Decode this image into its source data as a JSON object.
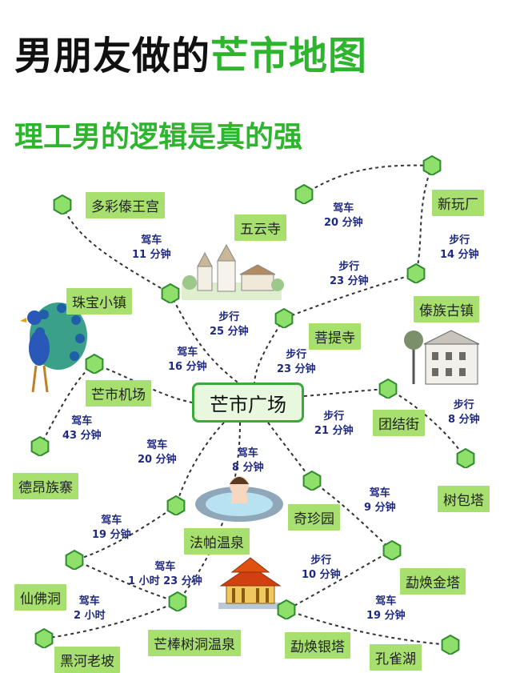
{
  "title": {
    "part1": "男朋友做的",
    "part2": "芒市地图",
    "subtitle": "理工男的逻辑是真的强"
  },
  "center": "芒市广场",
  "places": [
    {
      "id": "duocai",
      "name": "多彩傣王宫"
    },
    {
      "id": "wuyun",
      "name": "五云寺"
    },
    {
      "id": "xinwan",
      "name": "新玩厂"
    },
    {
      "id": "zhubao",
      "name": "珠宝小镇"
    },
    {
      "id": "daizu",
      "name": "傣族古镇"
    },
    {
      "id": "puti",
      "name": "菩提寺"
    },
    {
      "id": "jichang",
      "name": "芒市机场"
    },
    {
      "id": "tuanjie",
      "name": "团结街"
    },
    {
      "id": "deang",
      "name": "德昂族寨"
    },
    {
      "id": "shubao",
      "name": "树包塔"
    },
    {
      "id": "qizhen",
      "name": "奇珍园"
    },
    {
      "id": "fapa",
      "name": "法帕温泉"
    },
    {
      "id": "xianfo",
      "name": "仙佛洞"
    },
    {
      "id": "jinta",
      "name": "勐焕金塔"
    },
    {
      "id": "yinta",
      "name": "勐焕银塔"
    },
    {
      "id": "mangbang",
      "name": "芒棒树洞温泉"
    },
    {
      "id": "heihe",
      "name": "黑河老坡"
    },
    {
      "id": "kongque",
      "name": "孔雀湖"
    }
  ],
  "routes": [
    {
      "mode": "驾车",
      "time": "11 分钟"
    },
    {
      "mode": "驾车",
      "time": "20 分钟"
    },
    {
      "mode": "步行",
      "time": "23 分钟"
    },
    {
      "mode": "步行",
      "time": "14 分钟"
    },
    {
      "mode": "步行",
      "time": "25 分钟"
    },
    {
      "mode": "驾车",
      "time": "16 分钟"
    },
    {
      "mode": "步行",
      "time": "23 分钟"
    },
    {
      "mode": "步行",
      "time": "21 分钟"
    },
    {
      "mode": "步行",
      "time": "8 分钟"
    },
    {
      "mode": "驾车",
      "time": "43 分钟"
    },
    {
      "mode": "驾车",
      "time": "20 分钟"
    },
    {
      "mode": "驾车",
      "time": "8 分钟"
    },
    {
      "mode": "驾车",
      "time": "9 分钟"
    },
    {
      "mode": "驾车",
      "time": "19 分钟"
    },
    {
      "mode": "驾车",
      "time": "1 小时 23 分钟"
    },
    {
      "mode": "步行",
      "time": "10 分钟"
    },
    {
      "mode": "驾车",
      "time": "2 小时"
    },
    {
      "mode": "驾车",
      "time": "19 分钟"
    }
  ],
  "colors": {
    "title_green": "#2db52d",
    "label_bg": "#a8e070",
    "hex_fill": "#8fe06a",
    "hex_stroke": "#2e8b2e",
    "route_text": "#1f2a80"
  }
}
